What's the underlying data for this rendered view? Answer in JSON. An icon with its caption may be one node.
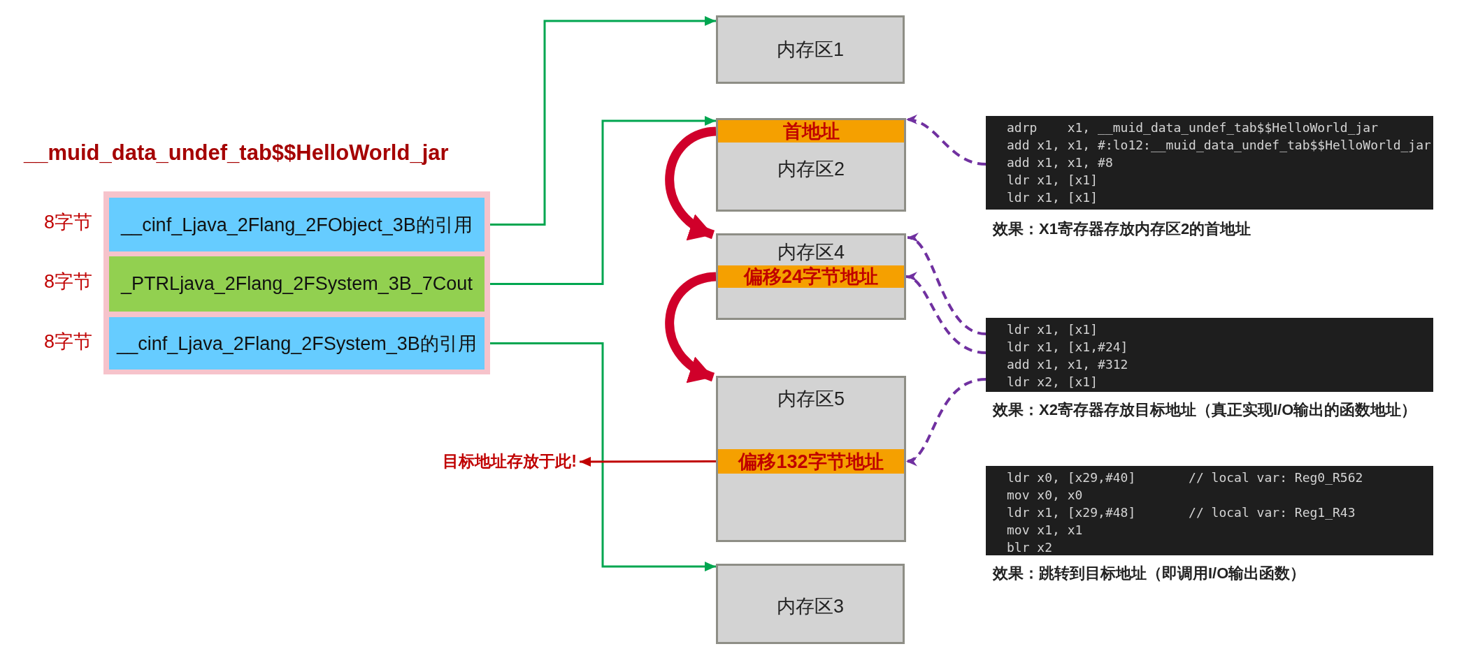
{
  "diagram": {
    "nodes": [
      {
        "text": [
          "__muid_data_undef_tab$$HelloWorld_jar"
        ]
      },
      {
        "text": [
          "__cinf_Ljava_2Flang_2FObject_3B的引用"
        ],
        "in": 0,
        "beside": [
          "8字节"
        ]
      },
      {
        "text": [
          "_PTRLjava_2Flang_2FSystem_3B_7Cout"
        ],
        "in": 0,
        "beside": [
          "8字节"
        ]
      },
      {
        "text": [
          "__cinf_Ljava_2Flang_2FSystem_3B的引用"
        ],
        "in": 0,
        "beside": [
          "8字节"
        ]
      },
      {
        "text": [
          "内存区1"
        ]
      },
      {
        "text": [
          "内存区2"
        ]
      },
      {
        "text": [
          "首地址"
        ],
        "in": 5
      },
      {
        "text": [
          "内存区4"
        ]
      },
      {
        "text": [
          "偏移24字节地址"
        ],
        "in": 7
      },
      {
        "text": [
          "内存区5"
        ]
      },
      {
        "text": [
          "偏移132字节地址"
        ],
        "in": 9
      },
      {
        "text": [
          "内存区3"
        ]
      },
      {
        "text": [
          "目标地址存放于此!"
        ]
      },
      {
        "text": [
          "adrp    x1, __muid_data_undef_tab$$HelloWorld_jar",
          "add x1, x1, #:lo12:__muid_data_undef_tab$$HelloWorld_jar",
          "add x1, x1, #8",
          "ldr x1, [x1]",
          "ldr x1, [x1]"
        ],
        "beside": [
          "效果：X1寄存器存放内存区2的首地址"
        ]
      },
      {
        "text": [
          "ldr x1, [x1]",
          "ldr x1, [x1,#24]",
          "add x1, x1, #312",
          "ldr x2, [x1]"
        ],
        "beside": [
          "效果：X2寄存器存放目标地址（真正实现I/O输出的函数地址）"
        ]
      },
      {
        "text": [
          "ldr x0, [x29,#40]       // local var: Reg0_R562",
          "mov x0, x0",
          "ldr x1, [x29,#48]       // local var: Reg1_R43",
          "mov x1, x1",
          "blr x2"
        ],
        "beside": [
          "效果：跳转到目标地址（即调用I/O输出函数）"
        ]
      }
    ],
    "edges": [
      {
        "from": 1,
        "to": 4,
        "arrow": "to",
        "color": "#00a650"
      },
      {
        "from": 2,
        "to": 6,
        "arrow": "to",
        "color": "#00a650"
      },
      {
        "from": 3,
        "to": 11,
        "arrow": "to",
        "color": "#00a650"
      },
      {
        "from": 6,
        "to": 7,
        "arrow": "to",
        "style": "thick",
        "color": "#d0002a"
      },
      {
        "from": 8,
        "to": 9,
        "arrow": "to",
        "style": "thick",
        "color": "#d0002a"
      },
      {
        "from": 10,
        "to": 12,
        "arrow": "to",
        "color": "#c00000"
      },
      {
        "from": 13,
        "to": 6,
        "arrow": "to",
        "style": "dashed",
        "color": "#7030a0"
      },
      {
        "from": 14,
        "to": 7,
        "arrow": "to",
        "style": "dashed",
        "color": "#7030a0"
      },
      {
        "from": 14,
        "to": 8,
        "arrow": "to",
        "style": "dashed",
        "color": "#7030a0"
      },
      {
        "from": 14,
        "to": 10,
        "arrow": "to",
        "style": "dashed",
        "color": "#7030a0"
      }
    ]
  }
}
